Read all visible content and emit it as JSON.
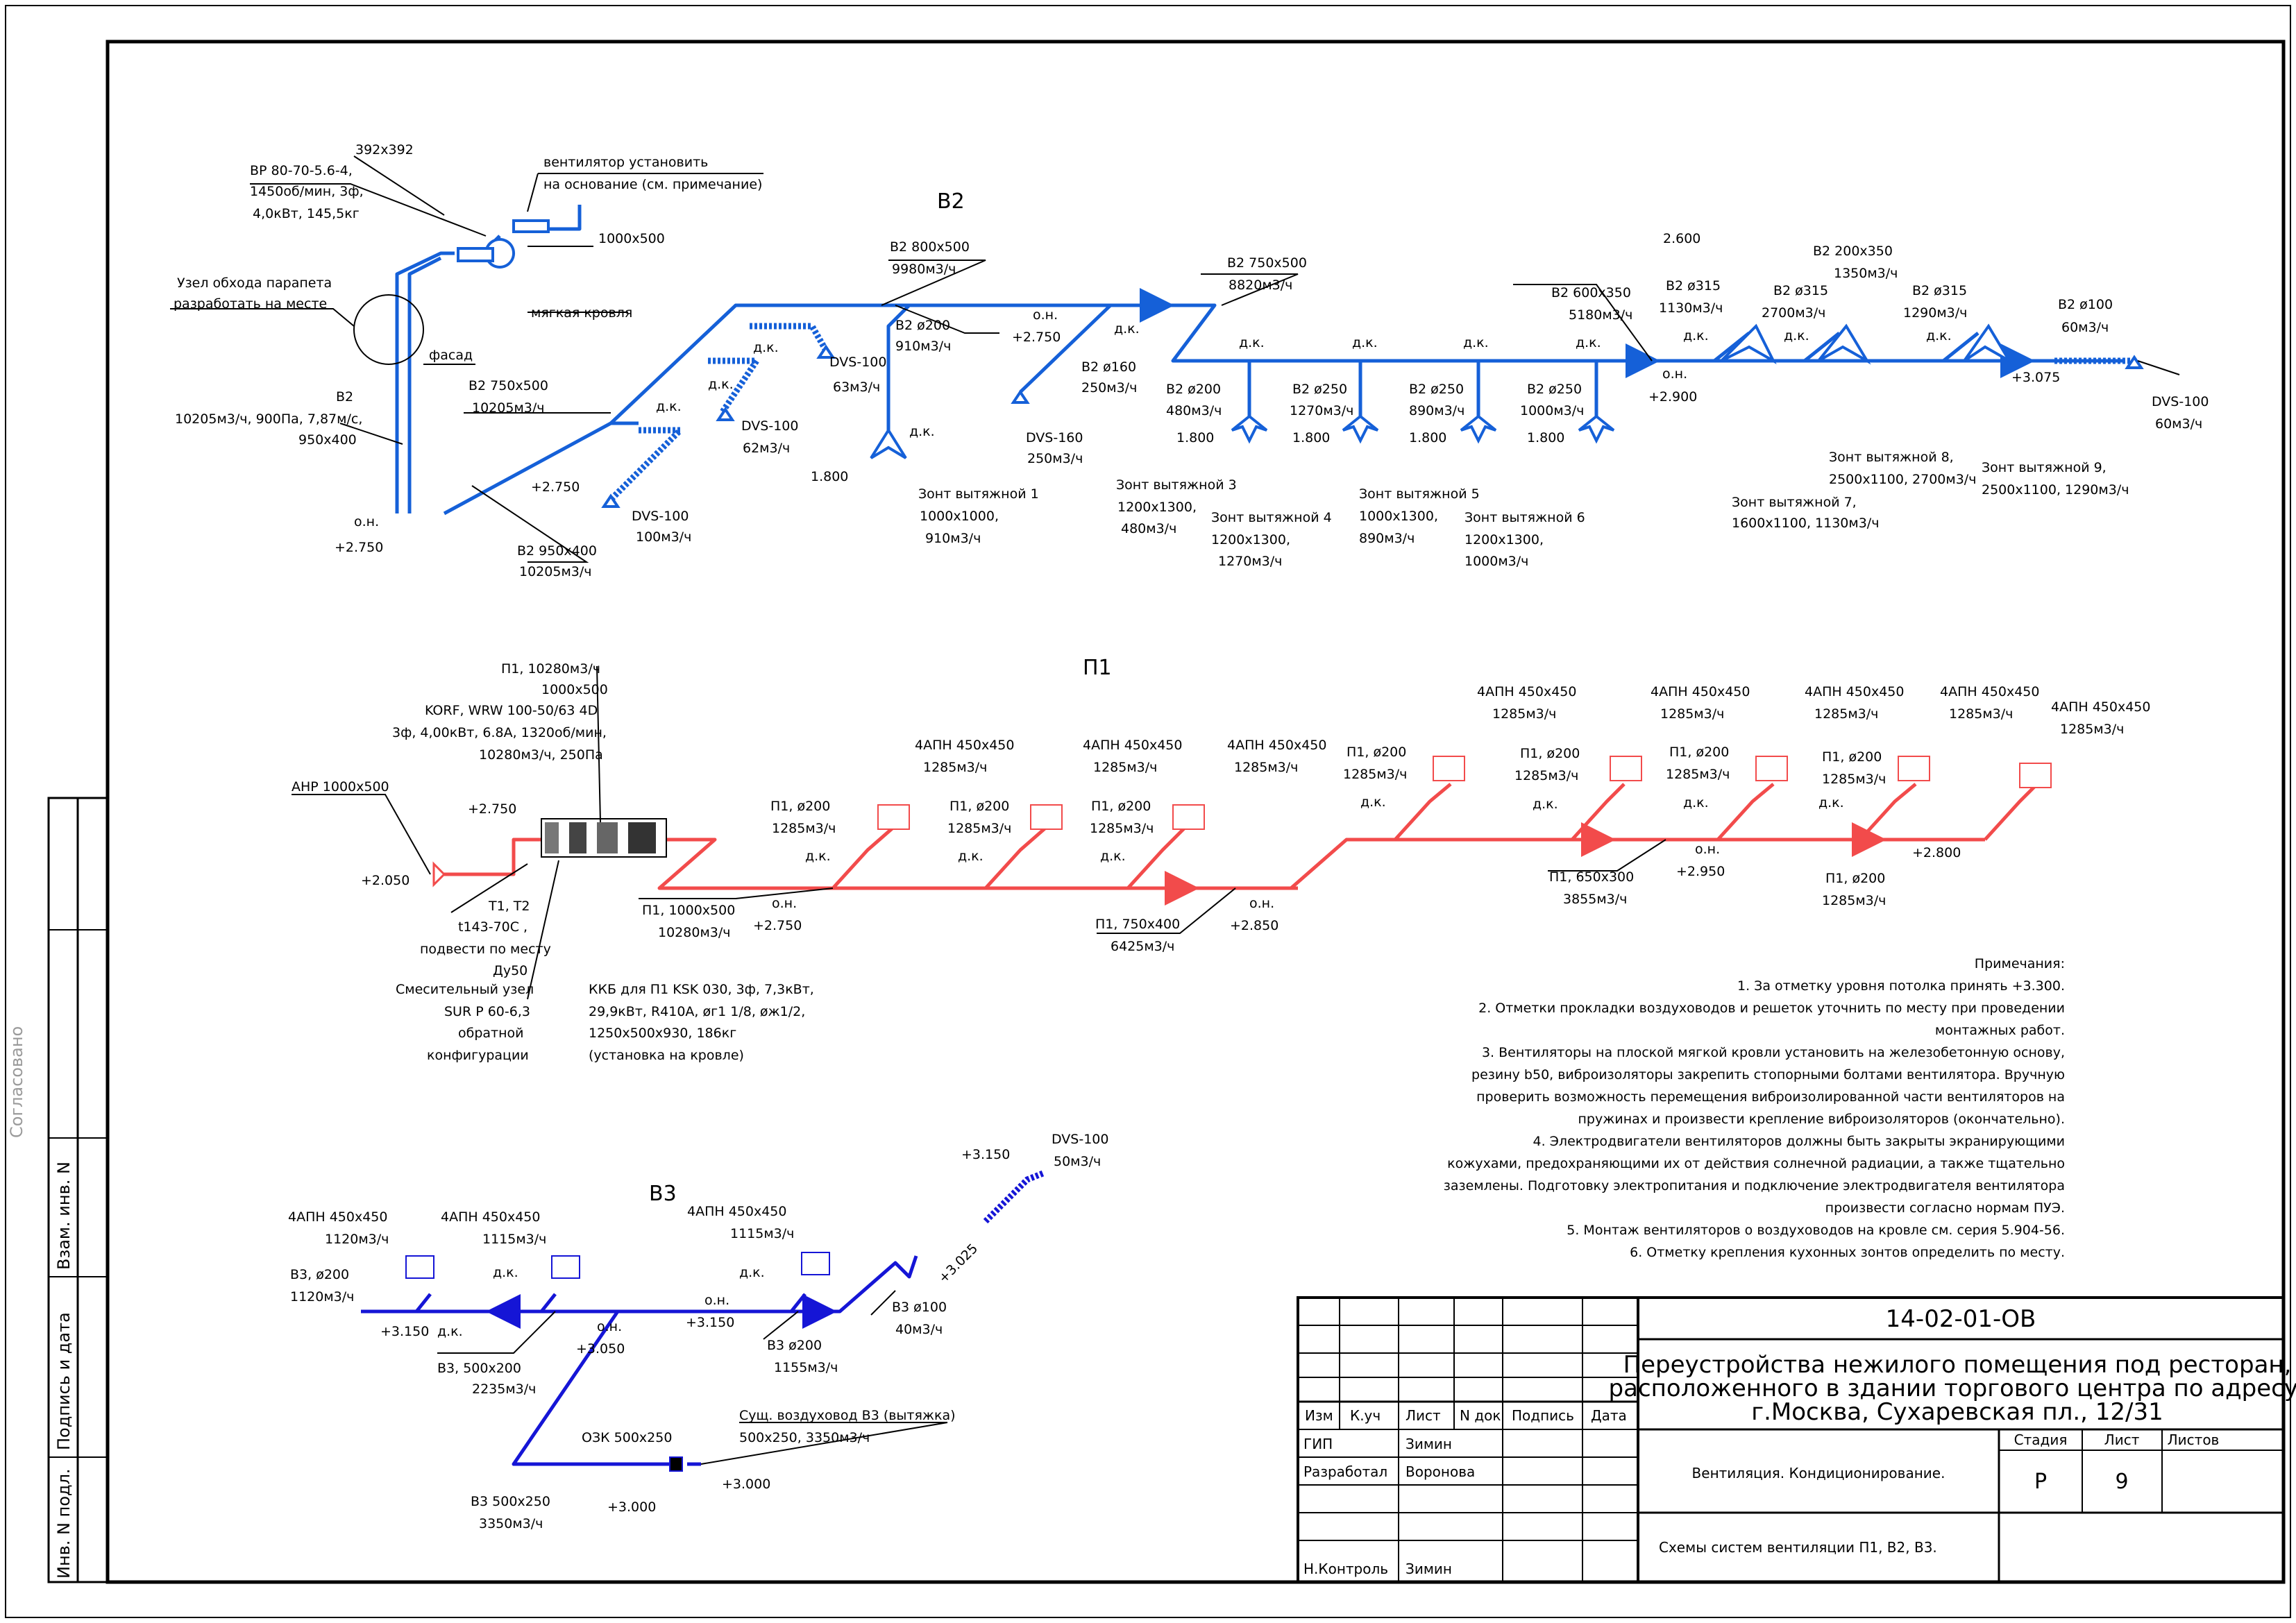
{
  "systems": {
    "b2": {
      "title": "В2",
      "labels": [
        "392x392",
        "ВР 80-70-5.6-4,",
        "1450об/мин, 3ф,",
        "4,0кВт, 145,5кг",
        "вентилятор установить",
        "на основание  (см. примечание)",
        "1000x500",
        "мягкая кровля",
        "Узел обхода парапета",
        "разработать на месте",
        "фасад",
        "В2",
        "10205м3/ч, 900Па, 7,87м/с,",
        "950x400",
        "о.н.",
        "+2.750",
        "В2 750x500",
        "10205м3/ч",
        "+2.750",
        "В2 950x400",
        "10205м3/ч",
        "д.к.",
        "DVS-100",
        "100м3/ч",
        "д.к.",
        "DVS-100",
        "62м3/ч",
        "д.к.",
        "DVS-100",
        "63м3/ч",
        "В2 800x500",
        "9980м3/ч",
        "В2 ø200",
        "910м3/ч",
        "д.к.",
        "1.800",
        "Зонт вытяжной 1",
        "1000x1000,",
        "910м3/ч",
        "о.н.",
        "+2.750",
        "д.к.",
        "В2 ø160",
        "250м3/ч",
        "DVS-160",
        "250м3/ч",
        "В2 750x500",
        "8820м3/ч",
        "д.к.",
        "В2 ø200",
        "480м3/ч",
        "1.800",
        "Зонт вытяжной 3",
        "1200x1300,",
        "480м3/ч",
        "д.к.",
        "В2 ø250",
        "1270м3/ч",
        "1.800",
        "Зонт вытяжной 4",
        "1200x1300,",
        "1270м3/ч",
        "д.к.",
        "В2 ø250",
        "890м3/ч",
        "1.800",
        "Зонт вытяжной 5",
        "1000x1300,",
        "890м3/ч",
        "д.к.",
        "В2 ø250",
        "1000м3/ч",
        "1.800",
        "Зонт вытяжной 6",
        "1200x1300,",
        "1000м3/ч",
        "В2 600x350",
        "5180м3/ч",
        "о.н.",
        "+2.900",
        "2.600",
        "В2 ø315",
        "1130м3/ч",
        "д.к.",
        "Зонт вытяжной 7,",
        "1600x1100, 1130м3/ч",
        "В2 ø315",
        "2700м3/ч",
        "д.к.",
        "Зонт вытяжной 8,",
        "2500x1100, 2700м3/ч",
        "В2 200x350",
        "1350м3/ч",
        "В2 ø315",
        "1290м3/ч",
        "д.к.",
        "Зонт вытяжной 9,",
        "2500x1100, 1290м3/ч",
        "+3.075",
        "В2 ø100",
        "60м3/ч",
        "DVS-100",
        "60м3/ч"
      ]
    },
    "p1": {
      "title": "П1",
      "labels": [
        "П1, 10280м3/ч",
        "1000x500",
        "KORF, WRW 100-50/63 4D",
        "3ф, 4,00кВт, 6.8А, 1320об/мин,",
        "10280м3/ч, 250Па",
        "АНР 1000x500",
        "+2.750",
        "+2.050",
        "Т1, Т2",
        "t143-70С ,",
        "подвести по месту",
        "Ду50",
        "Смесительный узел",
        "SUR P 60-6,3",
        "обратной",
        "конфигурации",
        "ККБ для П1 KSK 030, 3ф, 7,3кВт,",
        "29,9кВт, R410A, øг1 1/8, øж1/2,",
        "1250x500x930, 186кг",
        "(установка на кровле)",
        "П1, 1000x500",
        "10280м3/ч",
        "о.н.",
        "+2.750",
        "П1, ø200",
        "1285м3/ч",
        "д.к.",
        "4АПН 450x450",
        "1285м3/ч",
        "П1, ø200",
        "1285м3/ч",
        "д.к.",
        "4АПН 450x450",
        "1285м3/ч",
        "П1, ø200",
        "1285м3/ч",
        "д.к.",
        "4АПН 450x450",
        "1285м3/ч",
        "П1, 750x400",
        "6425м3/ч",
        "о.н.",
        "+2.850",
        "П1, ø200",
        "1285м3/ч",
        "д.к.",
        "4АПН 450x450",
        "1285м3/ч",
        "П1, ø200",
        "1285м3/ч",
        "д.к.",
        "4АПН 450x450",
        "1285м3/ч",
        "П1, 650x300",
        "3855м3/ч",
        "П1, ø200",
        "1285м3/ч",
        "д.к.",
        "4АПН 450x450",
        "1285м3/ч",
        "о.н.",
        "+2.950",
        "П1, ø200",
        "1285м3/ч",
        "д.к.",
        "4АПН 450x450",
        "1285м3/ч",
        "П1, ø200",
        "1285м3/ч",
        "+2.800",
        "4АПН 450x450",
        "1285м3/ч"
      ]
    },
    "b3": {
      "title": "В3",
      "labels": [
        "4АПН 450x450",
        "1120м3/ч",
        "В3, ø200",
        "1120м3/ч",
        "+3.150",
        "д.к.",
        "4АПН 450x450",
        "1115м3/ч",
        "д.к.",
        "о.н.",
        "+3.050",
        "В3, 500x200",
        "2235м3/ч",
        "4АПН 450x450",
        "1115м3/ч",
        "д.к.",
        "о.н.",
        "+3.150",
        "В3 ø200",
        "1155м3/ч",
        "В3 ø100",
        "40м3/ч",
        "+3.025",
        "+3.150",
        "DVS-100",
        "50м3/ч",
        "ОЗК 500x250",
        "Сущ. воздуховод В3 (вытяжка)",
        "500x250, 3350м3/ч",
        "+3.000",
        "+3.000",
        "В3 500x250",
        "3350м3/ч"
      ]
    }
  },
  "notes": {
    "heading": "Примечания:",
    "lines": [
      "1. За отметку уровня потолка принять +3.300.",
      "2. Отметки прокладки воздуховодов и решеток уточнить по месту при  проведении",
      "монтажных работ.",
      "3. Вентиляторы на плоской мягкой кровли установить на железобетонную основу,",
      "резину b50, виброизоляторы  закрепить стопорными болтами вентилятора. Вручную",
      "проверить возможность перемещения виброизолированной части вентиляторов на",
      "пружинах и произвести крепление виброизоляторов (окончательно).",
      "4. Электродвигатели вентиляторов должны быть закрыты экранирующими",
      "кожухами, предохраняющими их от действия солнечной радиации, а также тщательно",
      "заземлены. Подготовку электропитания и подключение электродвигателя вентилятора",
      "произвести согласно нормам ПУЭ.",
      "5. Монтаж вентиляторов о воздуховодов на кровле см. серия 5.904-56.",
      "6. Отметку крепления кухонных зонтов определить по месту."
    ]
  },
  "side_stamp": {
    "agreed": "Согласовано",
    "cells": [
      "Взам. инв. N",
      "Подпись и дата",
      "Инв. N подл."
    ]
  },
  "title_block": {
    "code": "14-02-01-ОВ",
    "project": [
      "Переустройства нежилого помещения под ресторан,",
      "расположенного в здании торгового центра по адресу:",
      "г.Москва, Сухаревская пл., 12/31"
    ],
    "headers": [
      "Изм",
      "К.уч",
      "Лист",
      "N док",
      "Подпись",
      "Дата"
    ],
    "roles": [
      {
        "role": "ГИП",
        "name": "Зимин"
      },
      {
        "role": "Разработал",
        "name": "Воронова"
      },
      {
        "role": "Н.Контроль",
        "name": "Зимин"
      }
    ],
    "section": "Вентиляция. Кондиционирование.",
    "sheet_title": "Схемы систем вентиляции П1, В2, В3.",
    "stage_label": "Стадия",
    "sheet_label": "Лист",
    "sheets_label": "Листов",
    "stage": "Р",
    "sheet": "9",
    "sheets": ""
  },
  "colors": {
    "b2": "#1560d8",
    "p1": "#f24b4b",
    "b3": "#1515d6",
    "frame": "#000000"
  }
}
